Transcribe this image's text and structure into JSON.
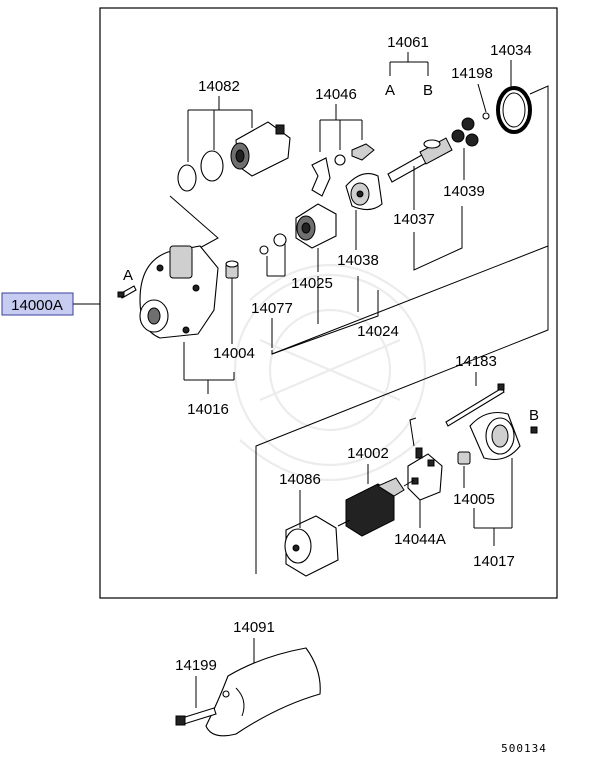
{
  "diagram_code": "500134",
  "callouts": {
    "main_assembly": "14000A",
    "c14061": "14061",
    "c14061_a": "A",
    "c14061_b": "B",
    "c14034": "14034",
    "c14198": "14198",
    "c14082": "14082",
    "c14046": "14046",
    "c14039": "14039",
    "c14037": "14037",
    "c14038": "14038",
    "c14025": "14025",
    "c14077": "14077",
    "c14024": "14024",
    "c14004": "14004",
    "c14016": "14016",
    "c14183": "14183",
    "c14002": "14002",
    "c14086": "14086",
    "c14044a": "14044A",
    "c14005": "14005",
    "c14017": "14017",
    "c14091": "14091",
    "c14199": "14199",
    "marker_a": "A",
    "marker_b": "B"
  },
  "colors": {
    "highlight_fill": "#c6cdf0",
    "highlight_border": "#3a3f9a",
    "line": "#000000"
  }
}
